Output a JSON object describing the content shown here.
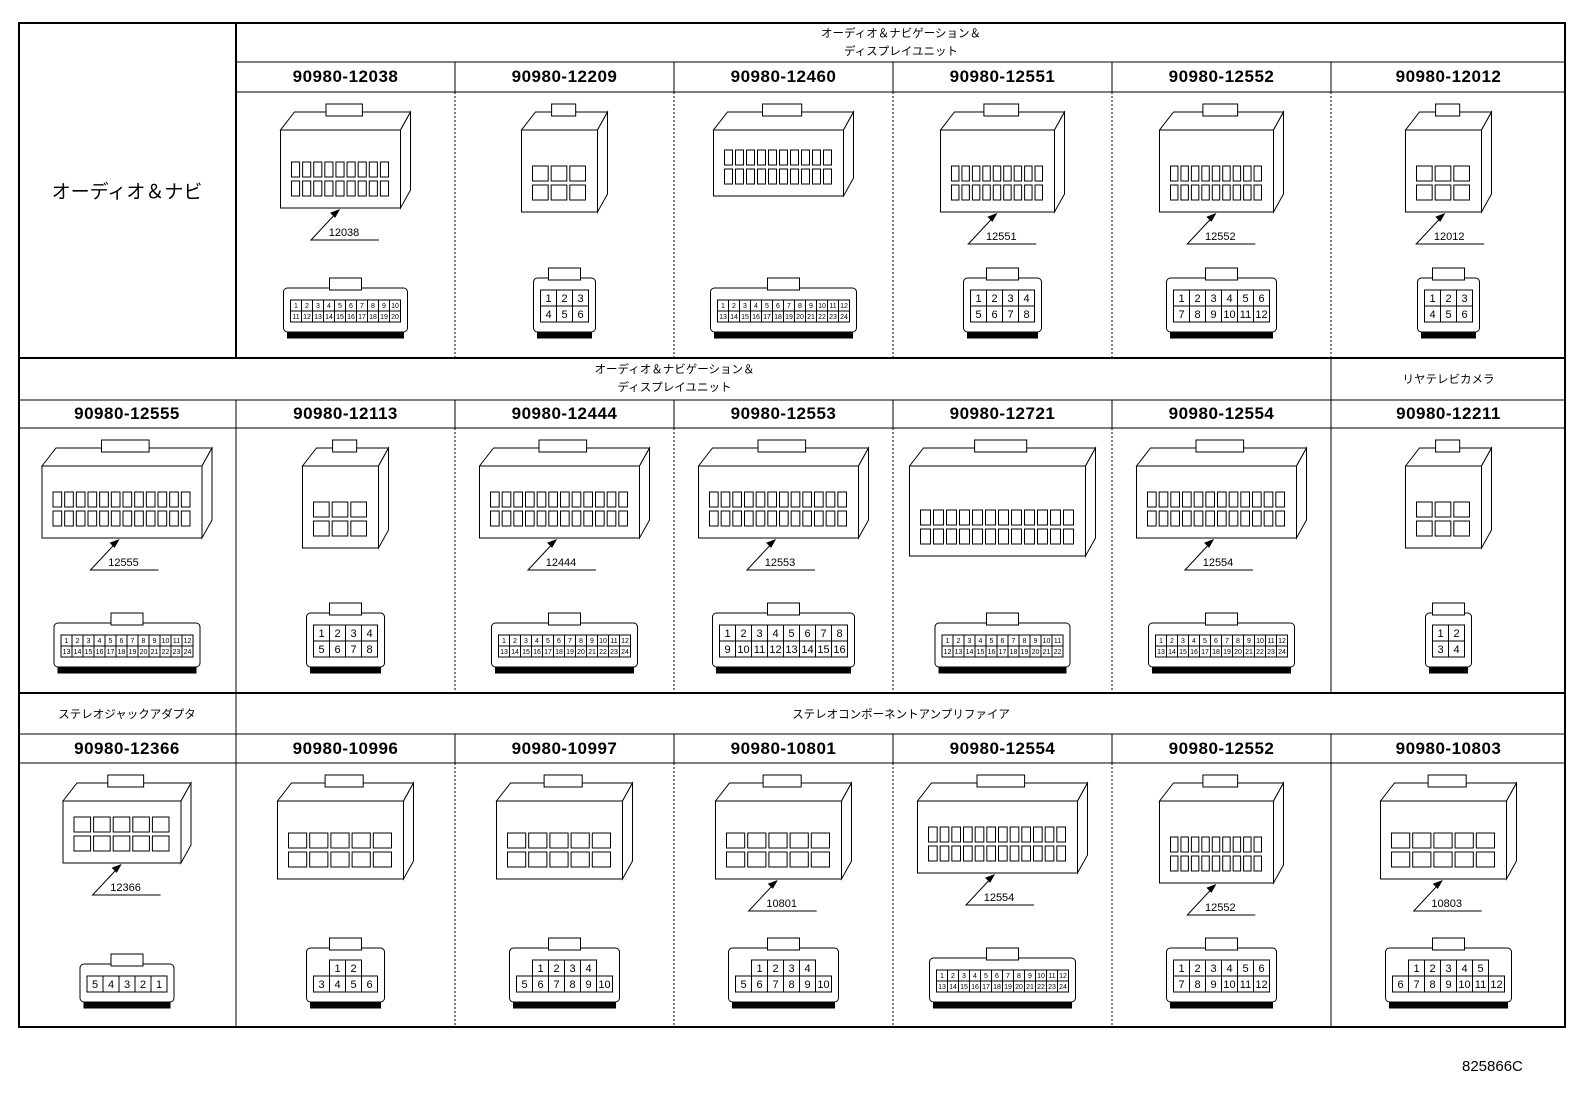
{
  "figure_code": "825866C",
  "rows": [
    {
      "row_label": "オーディオ＆ナビ",
      "group_header": "オーディオ＆ナビゲーション＆\nディスプレイユニット",
      "right_header": "",
      "parts": [
        {
          "no": "90980-12038",
          "code": "12038",
          "shape": "A",
          "face": {
            "rows": [
              [
                "1",
                "2",
                "3",
                "4",
                "5",
                "6",
                "7",
                "8",
                "9",
                "10"
              ],
              [
                "11",
                "12",
                "13",
                "14",
                "15",
                "16",
                "17",
                "18",
                "19",
                "20"
              ]
            ]
          }
        },
        {
          "no": "90980-12209",
          "code": "",
          "shape": "B",
          "face": {
            "rows": [
              [
                "1",
                "2",
                "3"
              ],
              [
                "4",
                "5",
                "6"
              ]
            ]
          }
        },
        {
          "no": "90980-12460",
          "code": "",
          "shape": "C",
          "face": {
            "rows": [
              [
                "1",
                "2",
                "3",
                "4",
                "5",
                "6",
                "7",
                "8",
                "9",
                "10",
                "11",
                "12"
              ],
              [
                "13",
                "14",
                "15",
                "16",
                "17",
                "18",
                "19",
                "20",
                "21",
                "22",
                "23",
                "24"
              ]
            ]
          }
        },
        {
          "no": "90980-12551",
          "code": "12551",
          "shape": "D",
          "face": {
            "rows": [
              [
                "1",
                "2",
                "3",
                "4"
              ],
              [
                "5",
                "6",
                "7",
                "8"
              ]
            ]
          }
        },
        {
          "no": "90980-12552",
          "code": "12552",
          "shape": "D",
          "face": {
            "rows": [
              [
                "1",
                "2",
                "3",
                "4",
                "5",
                "6"
              ],
              [
                "7",
                "8",
                "9",
                "10",
                "11",
                "12"
              ]
            ]
          }
        },
        {
          "no": "90980-12012",
          "code": "12012",
          "shape": "B",
          "face": {
            "rows": [
              [
                "1",
                "2",
                "3"
              ],
              [
                "4",
                "5",
                "6"
              ]
            ]
          }
        }
      ]
    },
    {
      "row_label": "",
      "group_header": "オーディオ＆ナビゲーション＆\nディスプレイユニット",
      "right_header": "リヤテレビカメラ",
      "parts": [
        {
          "no": "90980-12555",
          "code": "12555",
          "shape": "E",
          "face": {
            "rows": [
              [
                "1",
                "2",
                "3",
                "4",
                "5",
                "6",
                "7",
                "8",
                "9",
                "10",
                "11",
                "12"
              ],
              [
                "13",
                "14",
                "15",
                "16",
                "17",
                "18",
                "19",
                "20",
                "21",
                "22",
                "23",
                "24"
              ]
            ]
          }
        },
        {
          "no": "90980-12113",
          "code": "",
          "shape": "B",
          "face": {
            "rows": [
              [
                "1",
                "2",
                "3",
                "4"
              ],
              [
                "5",
                "6",
                "7",
                "8"
              ]
            ]
          }
        },
        {
          "no": "90980-12444",
          "code": "12444",
          "shape": "E",
          "face": {
            "rows": [
              [
                "1",
                "2",
                "3",
                "4",
                "5",
                "6",
                "7",
                "8",
                "9",
                "10",
                "11",
                "12"
              ],
              [
                "13",
                "14",
                "15",
                "16",
                "17",
                "18",
                "19",
                "20",
                "21",
                "22",
                "23",
                "24"
              ]
            ]
          }
        },
        {
          "no": "90980-12553",
          "code": "12553",
          "shape": "E",
          "face": {
            "rows": [
              [
                "1",
                "2",
                "3",
                "4",
                "5",
                "6",
                "7",
                "8"
              ],
              [
                "9",
                "10",
                "11",
                "12",
                "13",
                "14",
                "15",
                "16"
              ]
            ]
          }
        },
        {
          "no": "90980-12721",
          "code": "",
          "shape": "F",
          "face": {
            "rows": [
              [
                "1",
                "2",
                "3",
                "4",
                "5",
                "6",
                "7",
                "8",
                "9",
                "10",
                "11"
              ],
              [
                "12",
                "13",
                "14",
                "15",
                "16",
                "17",
                "18",
                "19",
                "20",
                "21",
                "22"
              ]
            ]
          }
        },
        {
          "no": "90980-12554",
          "code": "12554",
          "shape": "E",
          "face": {
            "rows": [
              [
                "1",
                "2",
                "3",
                "4",
                "5",
                "6",
                "7",
                "8",
                "9",
                "10",
                "11",
                "12"
              ],
              [
                "13",
                "14",
                "15",
                "16",
                "17",
                "18",
                "19",
                "20",
                "21",
                "22",
                "23",
                "24"
              ]
            ]
          }
        },
        {
          "no": "90980-12211",
          "code": "",
          "shape": "B",
          "face": {
            "rows": [
              [
                "1",
                "2"
              ],
              [
                "3",
                "4"
              ]
            ]
          }
        }
      ]
    },
    {
      "row_label": "",
      "group_header": "ステレオコンポーネントアンプリファイア",
      "left_header": "ステレオジャックアダプタ",
      "parts": [
        {
          "no": "90980-12366",
          "code": "12366",
          "shape": "G",
          "face": {
            "rows": [
              [
                "5",
                "4",
                "3",
                "2",
                "1"
              ]
            ]
          }
        },
        {
          "no": "90980-10996",
          "code": "",
          "shape": "H",
          "face": {
            "rows": [
              [
                "1",
                "2"
              ],
              [
                "3",
                "4",
                "5",
                "6"
              ]
            ]
          }
        },
        {
          "no": "90980-10997",
          "code": "",
          "shape": "H",
          "face": {
            "rows": [
              [
                "1",
                "2",
                "3",
                "4"
              ],
              [
                "5",
                "6",
                "7",
                "8",
                "9",
                "10"
              ]
            ]
          }
        },
        {
          "no": "90980-10801",
          "code": "10801",
          "shape": "H",
          "face": {
            "rows": [
              [
                "1",
                "2",
                "3",
                "4"
              ],
              [
                "5",
                "6",
                "7",
                "8",
                "9",
                "10"
              ]
            ]
          }
        },
        {
          "no": "90980-12554",
          "code": "12554",
          "shape": "E",
          "face": {
            "rows": [
              [
                "1",
                "2",
                "3",
                "4",
                "5",
                "6",
                "7",
                "8",
                "9",
                "10",
                "11",
                "12"
              ],
              [
                "13",
                "14",
                "15",
                "16",
                "17",
                "18",
                "19",
                "20",
                "21",
                "22",
                "23",
                "24"
              ]
            ]
          }
        },
        {
          "no": "90980-12552",
          "code": "12552",
          "shape": "D",
          "face": {
            "rows": [
              [
                "1",
                "2",
                "3",
                "4",
                "5",
                "6"
              ],
              [
                "7",
                "8",
                "9",
                "10",
                "11",
                "12"
              ]
            ]
          }
        },
        {
          "no": "90980-10803",
          "code": "10803",
          "shape": "H",
          "face": {
            "rows": [
              [
                "1",
                "2",
                "3",
                "4",
                "5"
              ],
              [
                "6",
                "7",
                "8",
                "9",
                "10",
                "11",
                "12"
              ]
            ]
          }
        }
      ]
    }
  ]
}
